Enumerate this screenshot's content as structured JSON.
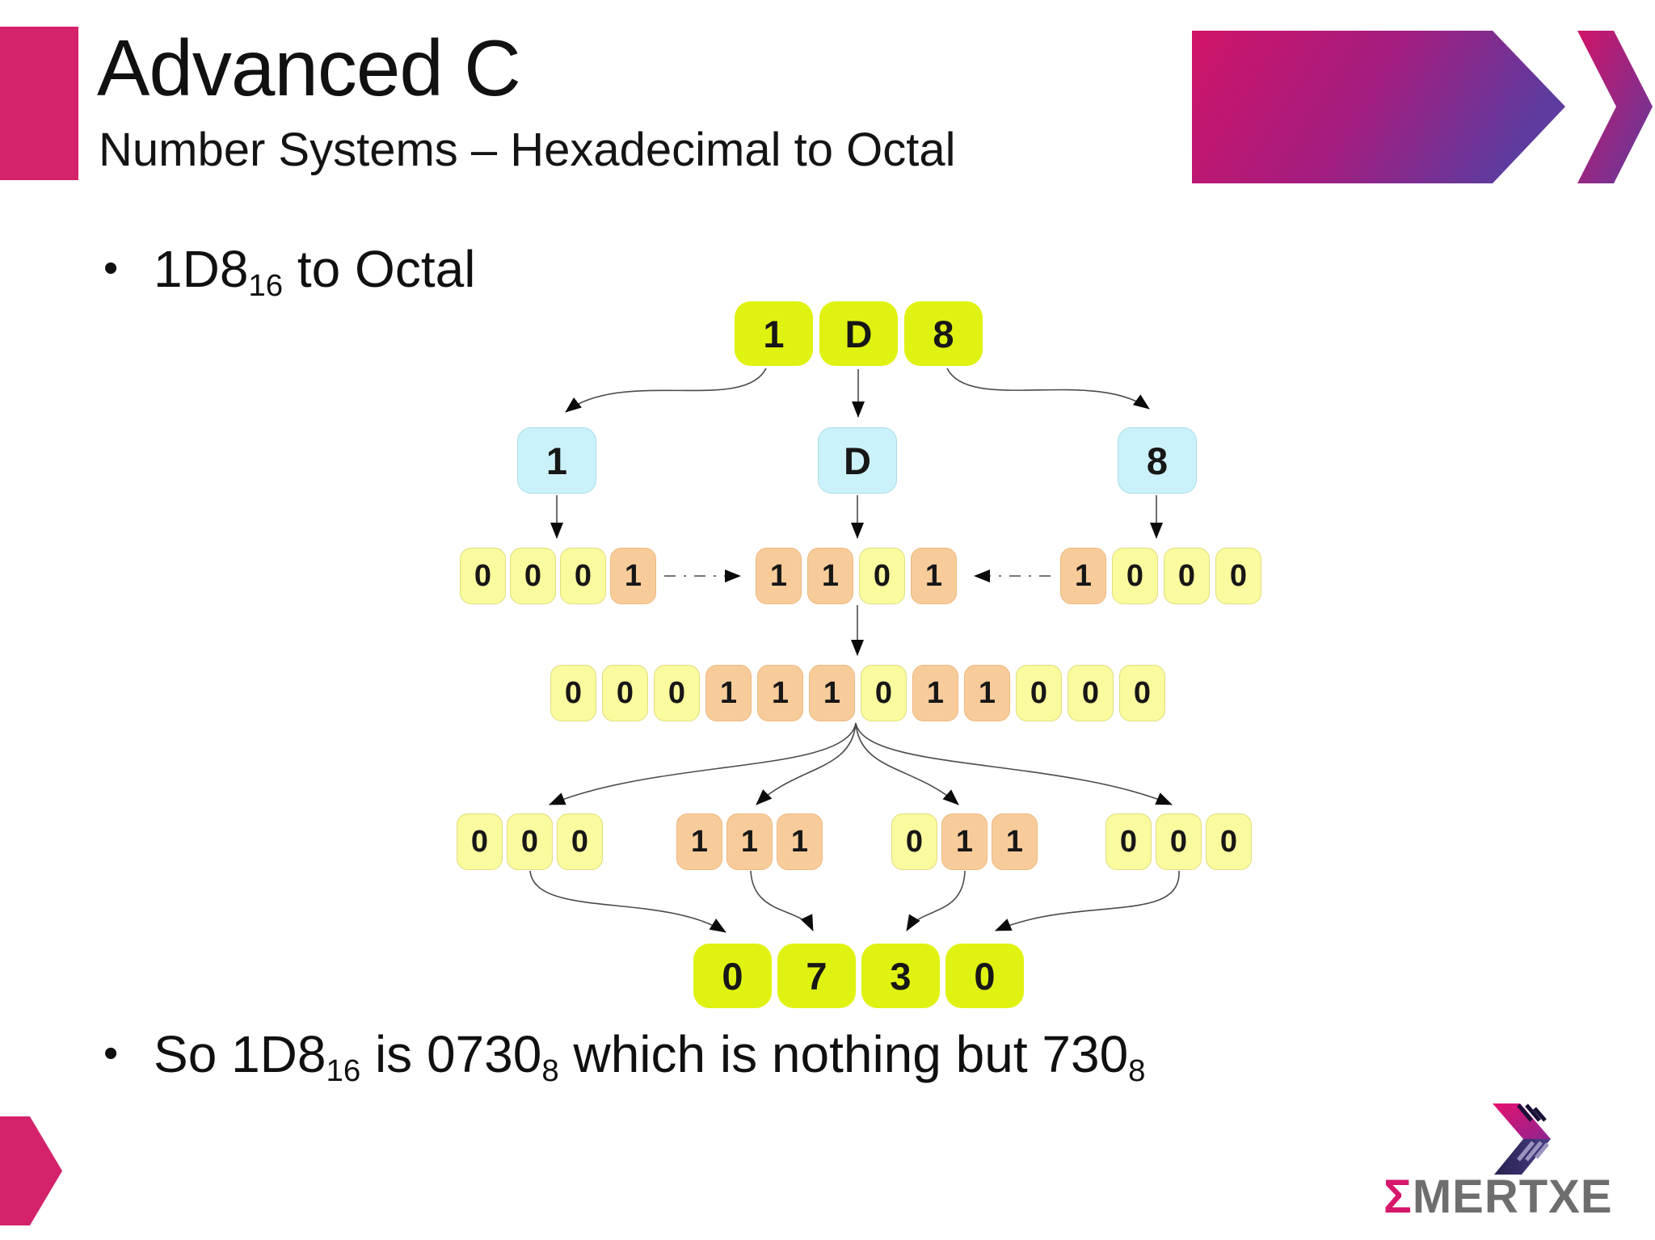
{
  "slide": {
    "title": "Advanced C",
    "subtitle": "Number Systems – Hexadecimal to Octal"
  },
  "bullets": {
    "dot": "•",
    "b1": {
      "t1": "1D8",
      "s1": "16",
      "t2": " to Octal"
    },
    "b2": {
      "t1": "So 1D8",
      "s1": "16",
      "t2": " is 0730",
      "s2": "8",
      "t3": " which is nothing but 730",
      "s3": "8"
    }
  },
  "diagram": {
    "hex_digits": [
      "1",
      "D",
      "8"
    ],
    "hex_digits_expanded": [
      "1",
      "D",
      "8"
    ],
    "nibbles": [
      [
        "0",
        "0",
        "0",
        "1"
      ],
      [
        "1",
        "1",
        "0",
        "1"
      ],
      [
        "1",
        "0",
        "0",
        "0"
      ]
    ],
    "combined_bits": [
      "0",
      "0",
      "0",
      "1",
      "1",
      "1",
      "0",
      "1",
      "1",
      "0",
      "0",
      "0"
    ],
    "octal_groups": [
      [
        "0",
        "0",
        "0"
      ],
      [
        "1",
        "1",
        "1"
      ],
      [
        "0",
        "1",
        "1"
      ],
      [
        "0",
        "0",
        "0"
      ]
    ],
    "octal_digits": [
      "0",
      "7",
      "3",
      "0"
    ]
  },
  "logo": {
    "sigma": "Σ",
    "name": "MERTXE"
  },
  "colors": {
    "accent_pink": "#d4226b",
    "accent_purple": "#5e3b9e",
    "hex_box": "#e0f211",
    "expanded_box": "#cbf2fa",
    "bit_zero": "#fafa9e",
    "bit_one": "#f8cc9a",
    "logo_gray": "#6e6e6e"
  }
}
